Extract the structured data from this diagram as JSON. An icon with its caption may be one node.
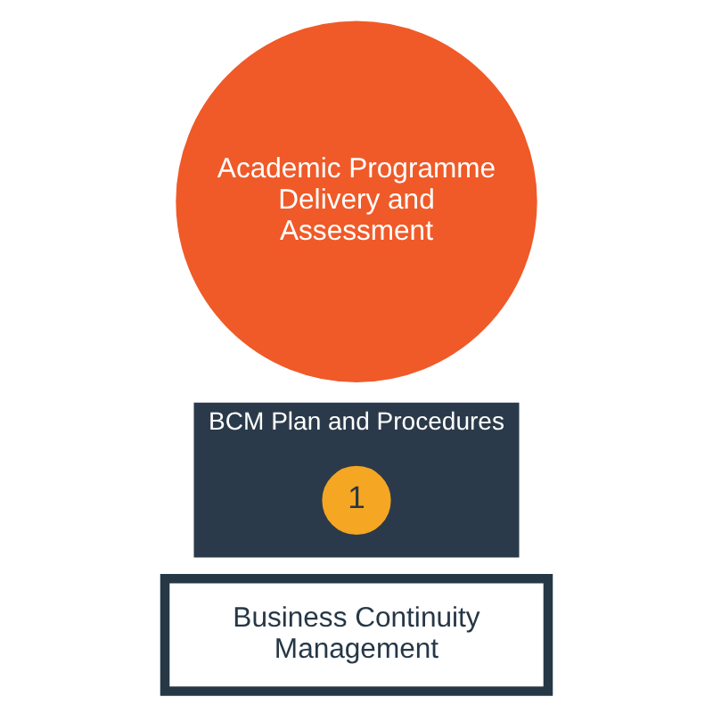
{
  "diagram": {
    "nodes": [
      {
        "text": [
          "Business Continuity Management"
        ]
      },
      {
        "text": [
          "BCM Plan and Procedures"
        ]
      },
      {
        "text": [
          "1"
        ],
        "in": 1
      },
      {
        "text": [
          "Academic Programme Delivery and Assessment"
        ]
      }
    ]
  }
}
